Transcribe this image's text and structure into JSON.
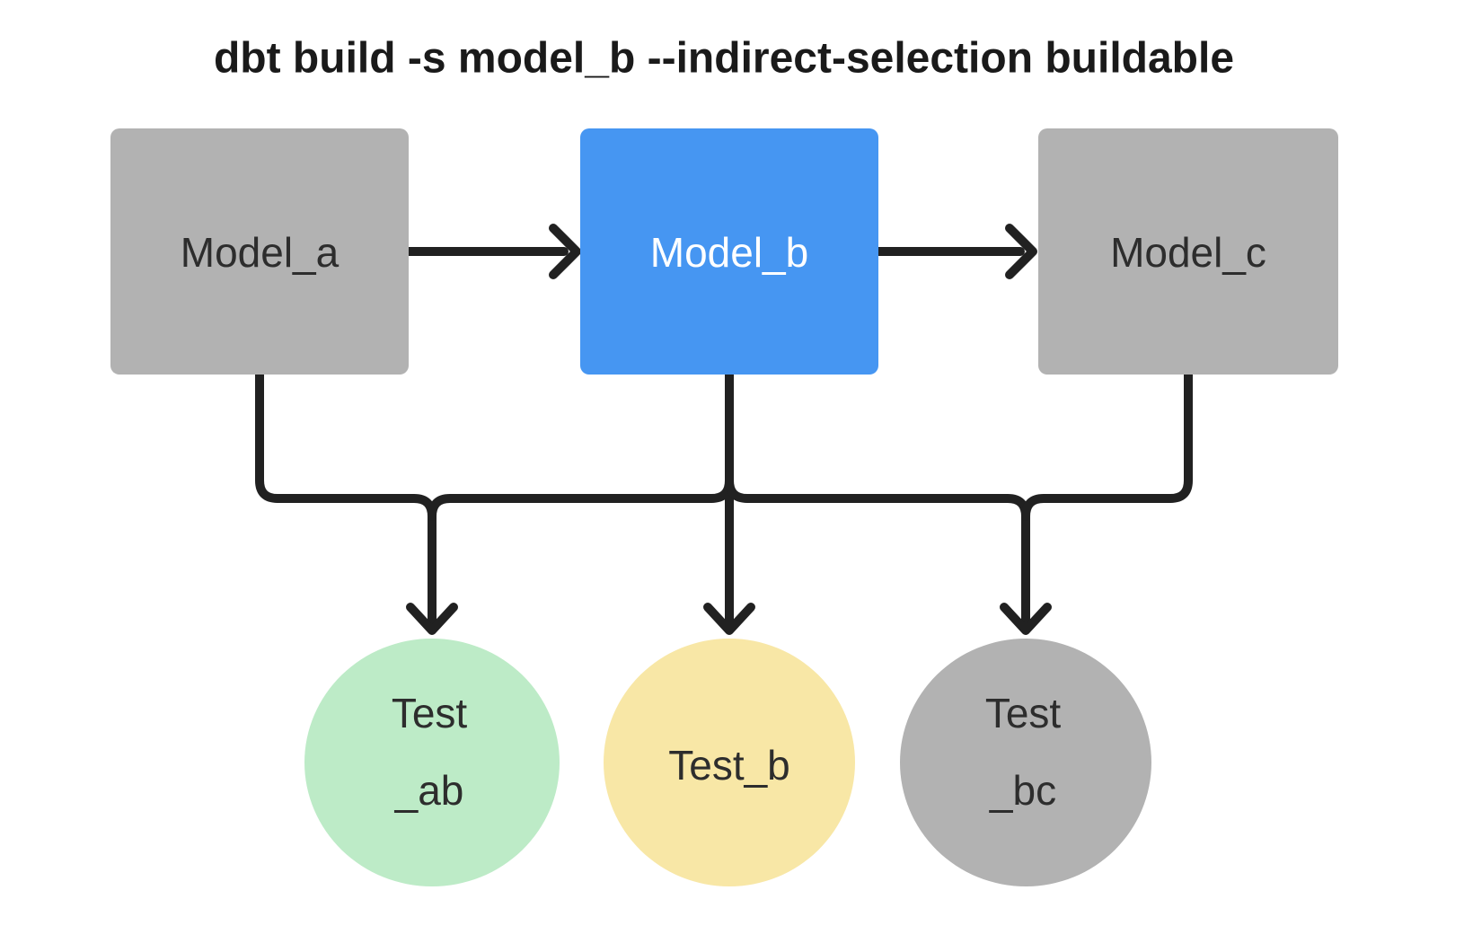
{
  "title": "dbt build -s model_b --indirect-selection buildable",
  "colors": {
    "background": "#ffffff",
    "edge": "#212121",
    "title_text": "#1a1a1a",
    "label_text": "#2d2d2d",
    "label_text_on_selected": "#ffffff",
    "model_node_gray": "#b2b2b2",
    "model_node_selected_blue": "#4696f2",
    "test_ab_green": "#bdebc7",
    "test_b_yellow": "#f8e7a6",
    "test_bc_gray": "#b2b2b2"
  },
  "nodes": {
    "model_a": {
      "label": "Model_a",
      "type": "model",
      "selected": false
    },
    "model_b": {
      "label": "Model_b",
      "type": "model",
      "selected": true
    },
    "model_c": {
      "label": "Model_c",
      "type": "model",
      "selected": false
    },
    "test_ab": {
      "label_line1": "Test",
      "label_line2": "_ab",
      "type": "test"
    },
    "test_b": {
      "label": "Test_b",
      "type": "test"
    },
    "test_bc": {
      "label_line1": "Test",
      "label_line2": "_bc",
      "type": "test"
    }
  },
  "edges": [
    {
      "from": "Model_a",
      "to": "Model_b"
    },
    {
      "from": "Model_b",
      "to": "Model_c"
    },
    {
      "from": "Model_a",
      "to": "Test_ab"
    },
    {
      "from": "Model_b",
      "to": "Test_ab"
    },
    {
      "from": "Model_b",
      "to": "Test_b"
    },
    {
      "from": "Model_b",
      "to": "Test_bc"
    },
    {
      "from": "Model_c",
      "to": "Test_bc"
    }
  ]
}
